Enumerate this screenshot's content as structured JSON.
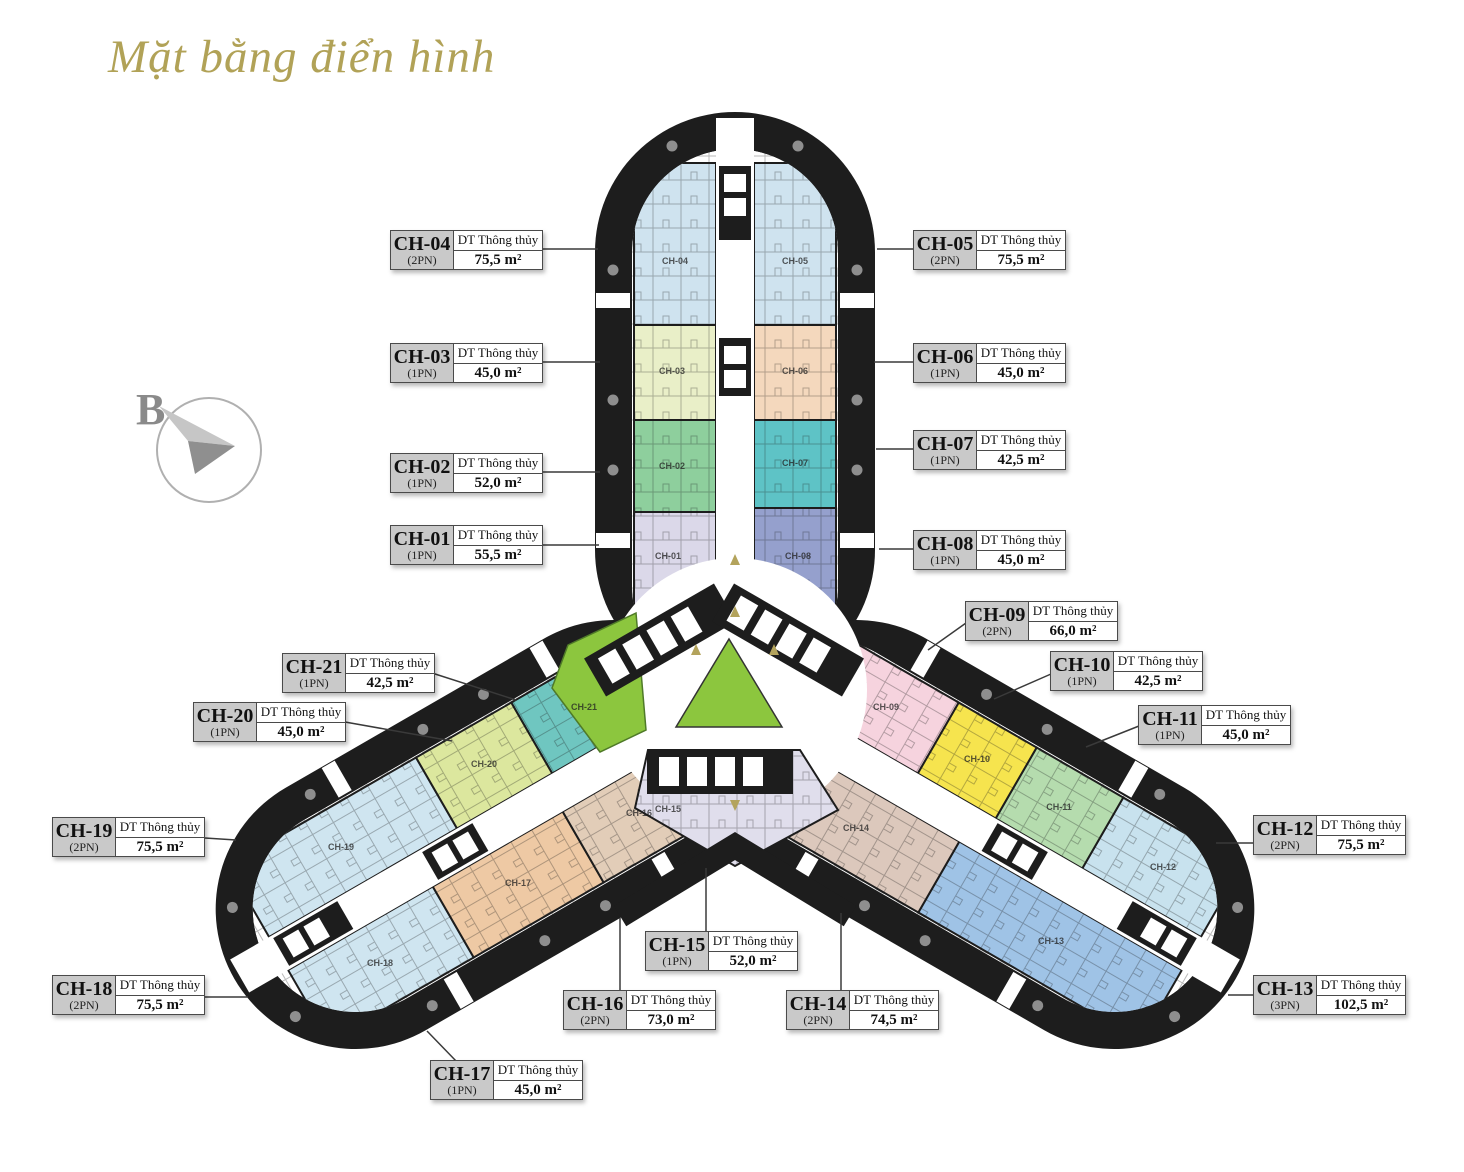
{
  "title": "Mặt bằng điển hình",
  "compass": {
    "label": "B"
  },
  "labels": {
    "area_caption": "DT Thông thủy"
  },
  "colors": {
    "wall": "#1d1d1d",
    "lawn": "#8cc63e",
    "title_gold": "#b1a257",
    "arrow_gold": "#b3a35c"
  },
  "units": {
    "ch01": {
      "id": "CH-01",
      "type": "(1PN)",
      "area": "55,5 m²",
      "color": "#dbd8e9"
    },
    "ch02": {
      "id": "CH-02",
      "type": "(1PN)",
      "area": "52,0 m²",
      "color": "#8ecf9d"
    },
    "ch03": {
      "id": "CH-03",
      "type": "(1PN)",
      "area": "45,0 m²",
      "color": "#e9efc8"
    },
    "ch04": {
      "id": "CH-04",
      "type": "(2PN)",
      "area": "75,5 m²",
      "color": "#cfe3ef"
    },
    "ch05": {
      "id": "CH-05",
      "type": "(2PN)",
      "area": "75,5 m²",
      "color": "#cfe3ef"
    },
    "ch06": {
      "id": "CH-06",
      "type": "(1PN)",
      "area": "45,0 m²",
      "color": "#f4d8bd"
    },
    "ch07": {
      "id": "CH-07",
      "type": "(1PN)",
      "area": "42,5 m²",
      "color": "#5ec3c6"
    },
    "ch08": {
      "id": "CH-08",
      "type": "(1PN)",
      "area": "45,0 m²",
      "color": "#95a0cd"
    },
    "ch09": {
      "id": "CH-09",
      "type": "(2PN)",
      "area": "66,0 m²",
      "color": "#f6d3de"
    },
    "ch10": {
      "id": "CH-10",
      "type": "(1PN)",
      "area": "42,5 m²",
      "color": "#f6e44e"
    },
    "ch11": {
      "id": "CH-11",
      "type": "(1PN)",
      "area": "45,0 m²",
      "color": "#b5dcae"
    },
    "ch12": {
      "id": "CH-12",
      "type": "(2PN)",
      "area": "75,5 m²",
      "color": "#c8e2ee"
    },
    "ch13": {
      "id": "CH-13",
      "type": "(3PN)",
      "area": "102,5 m²",
      "color": "#9fc3e6"
    },
    "ch14": {
      "id": "CH-14",
      "type": "(2PN)",
      "area": "74,5 m²",
      "color": "#dcc8bc"
    },
    "ch15": {
      "id": "CH-15",
      "type": "(1PN)",
      "area": "52,0 m²",
      "color": "#e0deec"
    },
    "ch16": {
      "id": "CH-16",
      "type": "(2PN)",
      "area": "73,0 m²",
      "color": "#e2cdb8"
    },
    "ch17": {
      "id": "CH-17",
      "type": "(1PN)",
      "area": "45,0 m²",
      "color": "#eec9a4"
    },
    "ch18": {
      "id": "CH-18",
      "type": "(2PN)",
      "area": "75,5 m²",
      "color": "#cfe5f0"
    },
    "ch19": {
      "id": "CH-19",
      "type": "(2PN)",
      "area": "75,5 m²",
      "color": "#cfe5f0"
    },
    "ch20": {
      "id": "CH-20",
      "type": "(1PN)",
      "area": "45,0 m²",
      "color": "#dce79e"
    },
    "ch21": {
      "id": "CH-21",
      "type": "(1PN)",
      "area": "42,5 m²",
      "color": "#6fc6c0"
    }
  }
}
